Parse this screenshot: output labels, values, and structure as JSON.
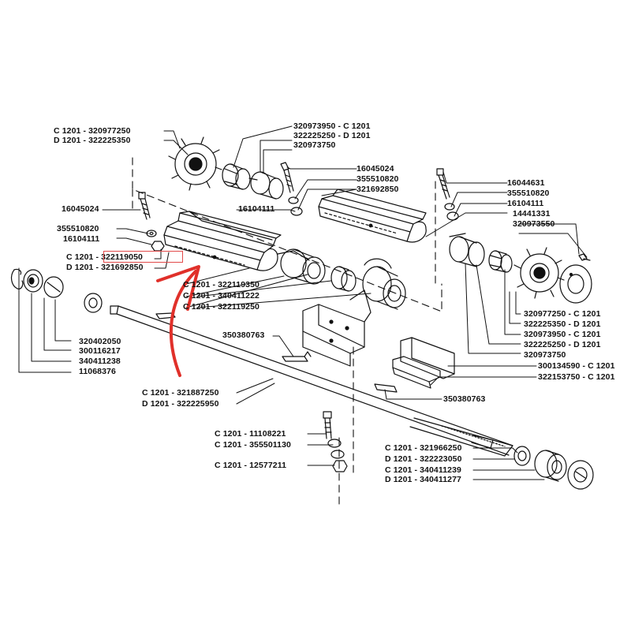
{
  "accent_color": "#e0302a",
  "labels": {
    "a1": "C 1201 - 320977250",
    "a2": "D 1201 - 322225350",
    "b1": "320973950 - C 1201",
    "b2": "322225250 - D 1201",
    "b3": "320973750",
    "c1": "16045024",
    "c2": "355510820",
    "c3": "321692850",
    "d1": "16045024",
    "e1": "355510820",
    "e2": "16104111",
    "e3": "C 1201 - 322119050",
    "e4": "D 1201 - 321692850",
    "f1": "16104111",
    "g1": "16044631",
    "g2": "355510820",
    "g3": "16104111",
    "g4": "14441331",
    "g5": "320973550",
    "h1": "C 1201 - 322119350",
    "h2": "C 1201 - 340411222",
    "h3": "C 1201 - 322119250",
    "i1": "350380763",
    "j1": "320402050",
    "j2": "300116217",
    "j3": "340411238",
    "j4": "11068376",
    "k1": "320977250 - C 1201",
    "k2": "322225350 - D 1201",
    "k3": "320973950 - C 1201",
    "k4": "322225250 - D 1201",
    "k5": "320973750",
    "l1": "300134590 - C 1201",
    "l2": "322153750 - C 1201",
    "m1": "350380763",
    "n1": "C 1201 - 321887250",
    "n2": "D 1201 - 322225950",
    "o1": "C 1201 - 11108221",
    "o2": "C 1201 - 355501130",
    "o3": "C 1201 - 12577211",
    "p1": "C 1201 - 321966250",
    "p2": "D 1201 - 322223050",
    "p3": "C 1201 - 340411239",
    "p4": "D 1201 - 340411277"
  }
}
